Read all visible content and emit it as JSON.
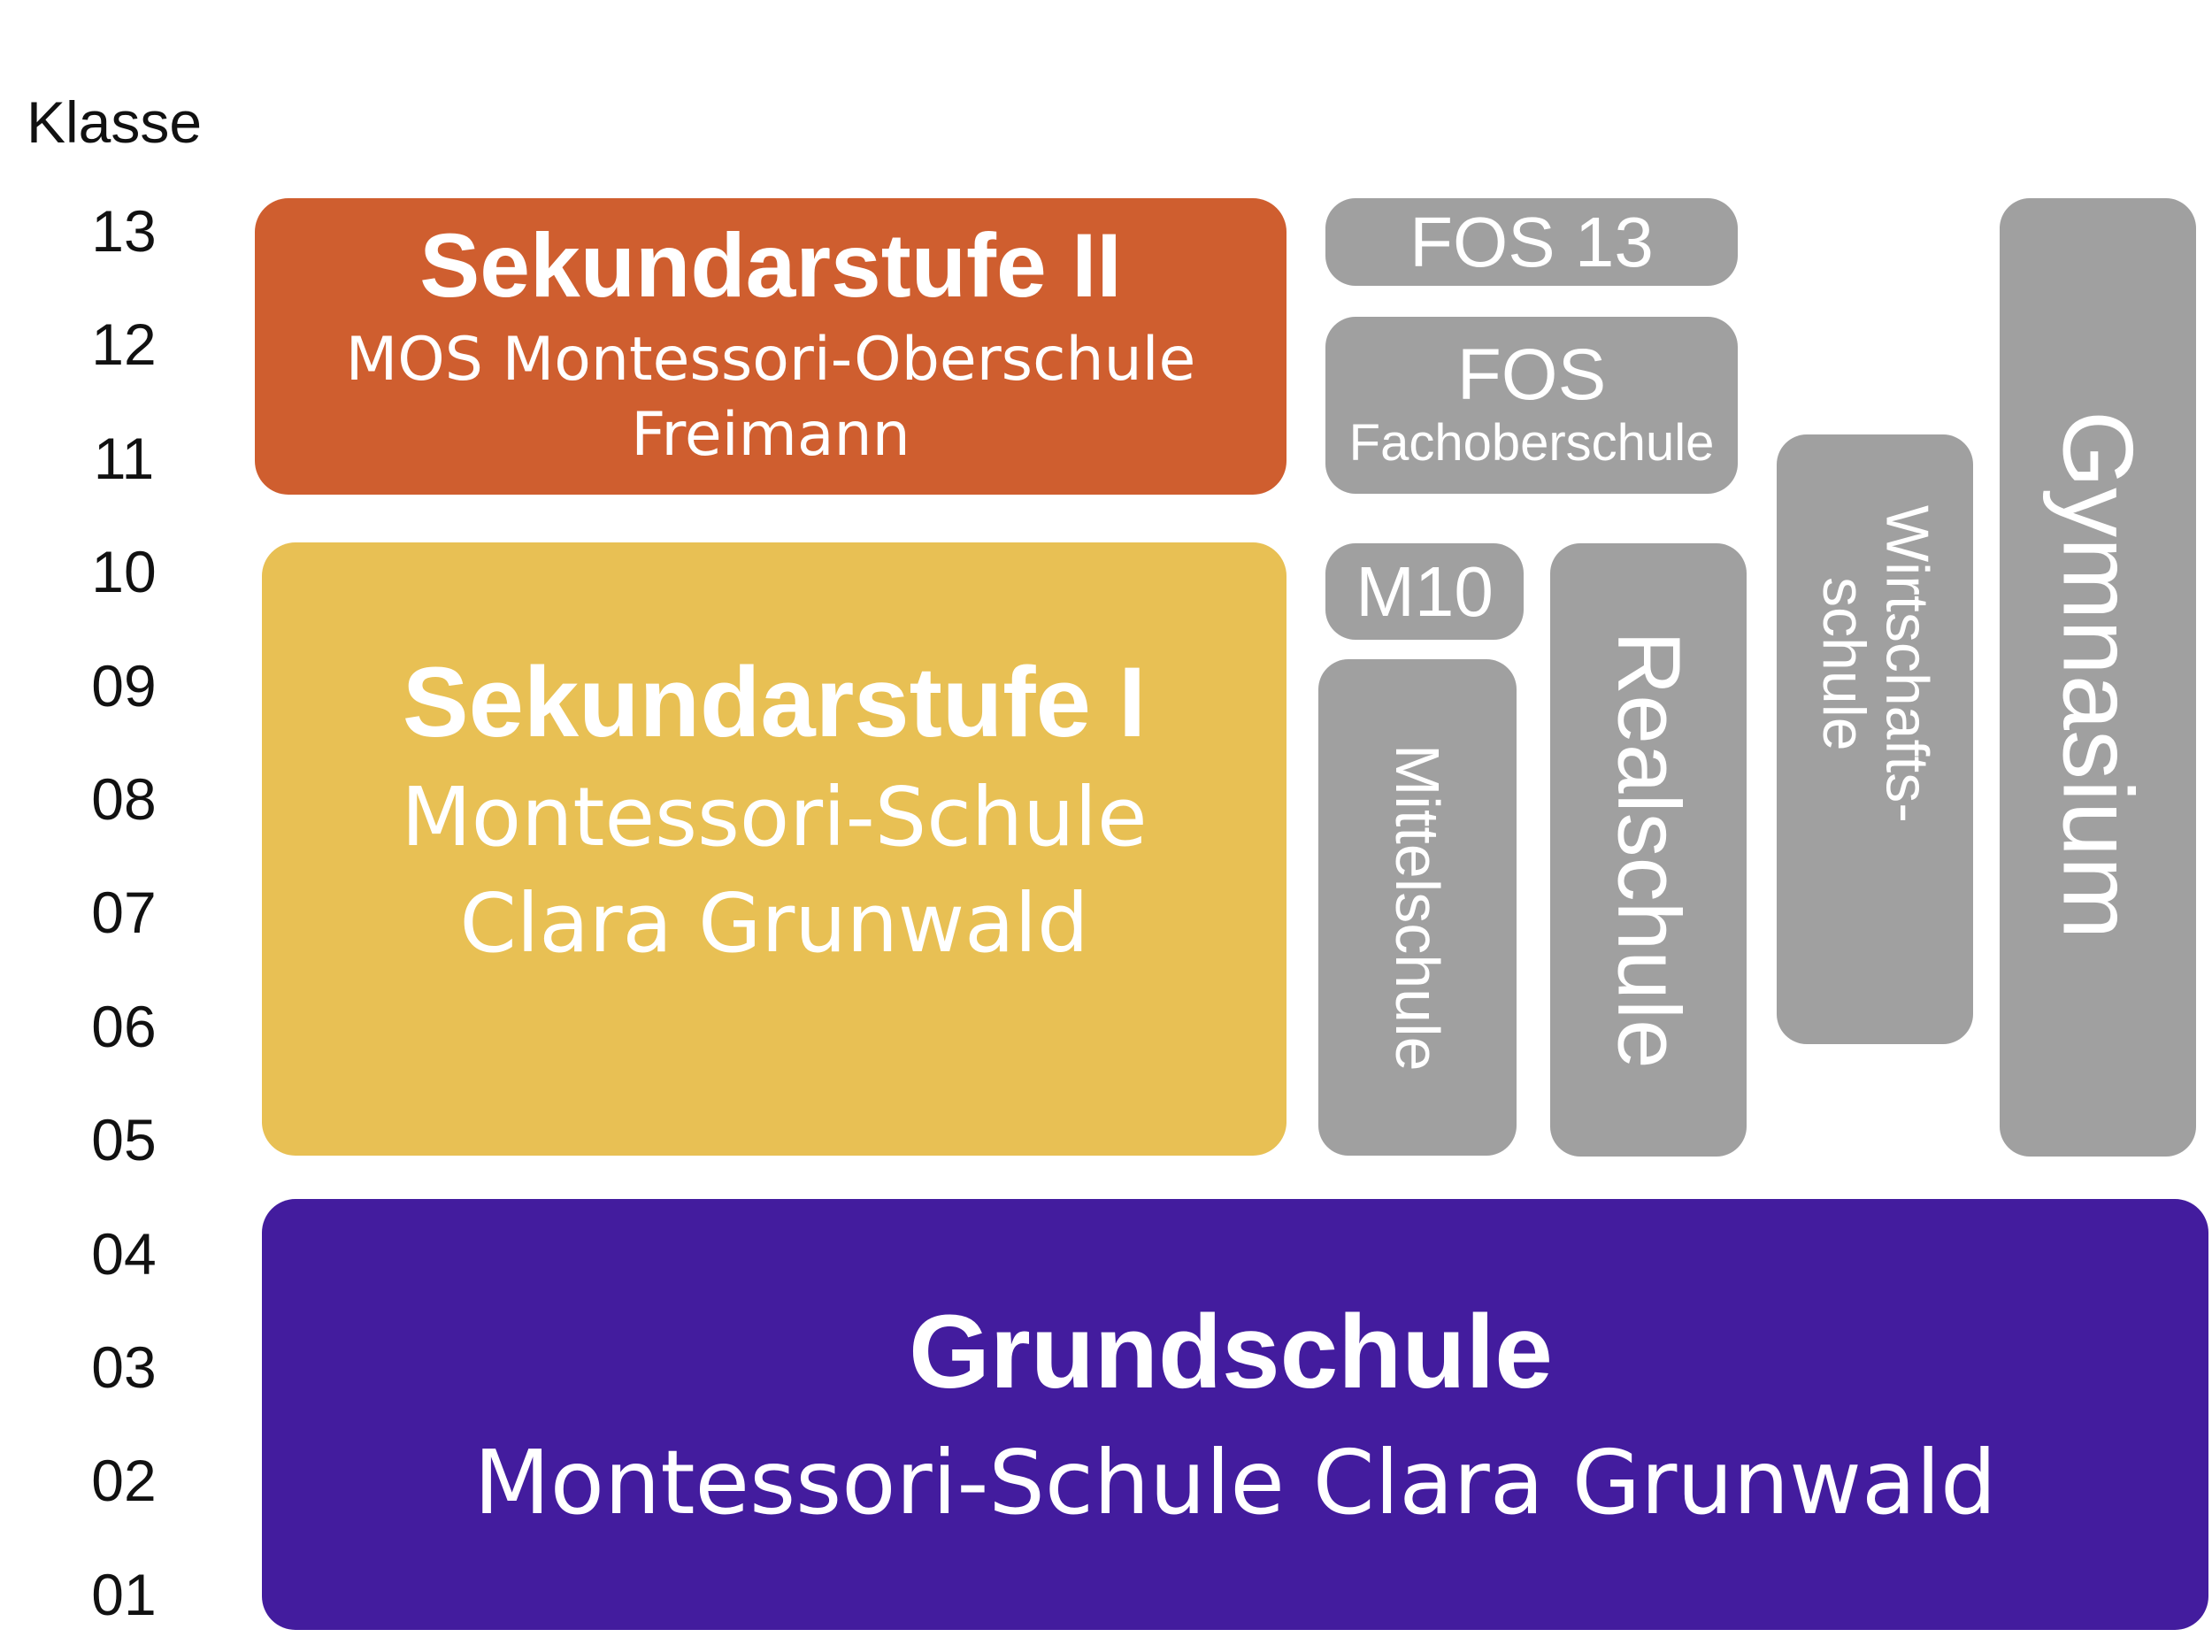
{
  "axis": {
    "title": "Klasse",
    "grades": [
      "13",
      "12",
      "11",
      "10",
      "09",
      "08",
      "07",
      "06",
      "05",
      "04",
      "03",
      "02",
      "01"
    ]
  },
  "colors": {
    "sek2": "#cf5e2f",
    "sek1": "#e8c054",
    "grundschule": "#431c9e",
    "other_schools": "#a0a0a0",
    "text_on_box": "#ffffff"
  },
  "sek2": {
    "title": "Sekundarstufe II",
    "line1": "MOS Montessori-Oberschule",
    "line2": "Freimann"
  },
  "sek1": {
    "title": "Sekundarstufe I",
    "line1": "Montessori-Schule",
    "line2": "Clara Grunwald"
  },
  "grundschule": {
    "title": "Grundschule",
    "line1": "Montessori-Schule Clara Grunwald"
  },
  "other": {
    "fos13": "FOS 13",
    "fos_title": "FOS",
    "fos_sub": "Fachoberschule",
    "m10": "M10",
    "mittelschule": "Mittelschule",
    "realschule": "Realschule",
    "wirtschaftsschule_line1": "Wirtschafts-",
    "wirtschaftsschule_line2": "schule",
    "gymnasium": "Gymnasium"
  }
}
